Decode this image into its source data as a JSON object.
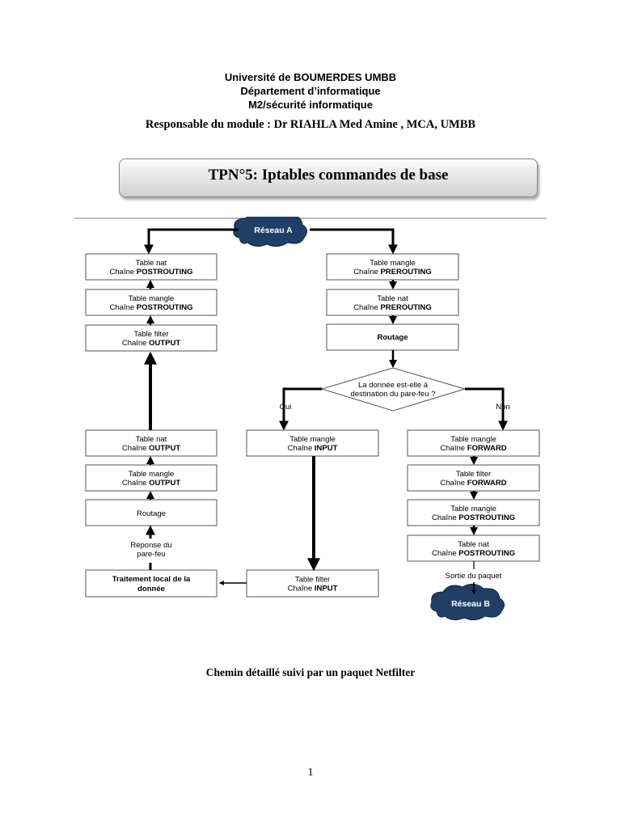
{
  "header": {
    "line1": "Université de BOUMERDES UMBB",
    "line2": "Département d’informatique",
    "line3": "M2/sécurité informatique",
    "responsable": "Responsable du module : Dr RIAHLA Med Amine , MCA, UMBB"
  },
  "title": "TPN°5: Iptables commandes de base",
  "diagram": {
    "reseau_a": "Réseau A",
    "reseau_b": "Réseau B",
    "left_top": [
      {
        "table": "Table nat",
        "chaine": "Chaîne ",
        "name": "POSTROUTING"
      },
      {
        "table": "Table mangle",
        "chaine": "Chaîne ",
        "name": "POSTROUTING"
      },
      {
        "table": "Table filter",
        "chaine": "Chaîne ",
        "name": "OUTPUT"
      }
    ],
    "left_bottom": [
      {
        "table": "Table nat",
        "chaine": "Chaîne ",
        "name": "OUTPUT"
      },
      {
        "table": "Table mangle",
        "chaine": "Chaîne ",
        "name": "OUTPUT"
      }
    ],
    "left_routage": "Routage",
    "reponse_line1": "Réponse du",
    "reponse_line2": "pare-feu",
    "traitement_line1": "Traitement local de la",
    "traitement_line2": "donnée",
    "mid_top": [
      {
        "table": "Table mangle",
        "chaine": "Chaîne ",
        "name": "PREROUTING"
      },
      {
        "table": "Table nat",
        "chaine": "Chaîne ",
        "name": "PREROUTING"
      }
    ],
    "mid_routage": "Routage",
    "decision_line1": "La donnée est-elle à",
    "decision_line2": "destination du pare-feu ?",
    "oui": "Oui",
    "non": "Non",
    "mid_input_mangle": {
      "table": "Table mangle",
      "chaine": "Chaîne ",
      "name": "INPUT"
    },
    "mid_input_filter": {
      "table": "Table filter",
      "chaine": "Chaîne ",
      "name": "INPUT"
    },
    "right": [
      {
        "table": "Table mangle",
        "chaine": "Chaîne ",
        "name": "FORWARD"
      },
      {
        "table": "Table filter",
        "chaine": "Chaîne ",
        "name": "FORWARD"
      },
      {
        "table": "Table mangle",
        "chaine": "Chaîne ",
        "name": "POSTROUTING"
      },
      {
        "table": "Table nat",
        "chaine": "Chaîne ",
        "name": "POSTROUTING"
      }
    ],
    "sortie": "Sortie du paquet"
  },
  "caption": "Chemin détaillé suivi par un paquet Netfilter",
  "page_number": "1"
}
